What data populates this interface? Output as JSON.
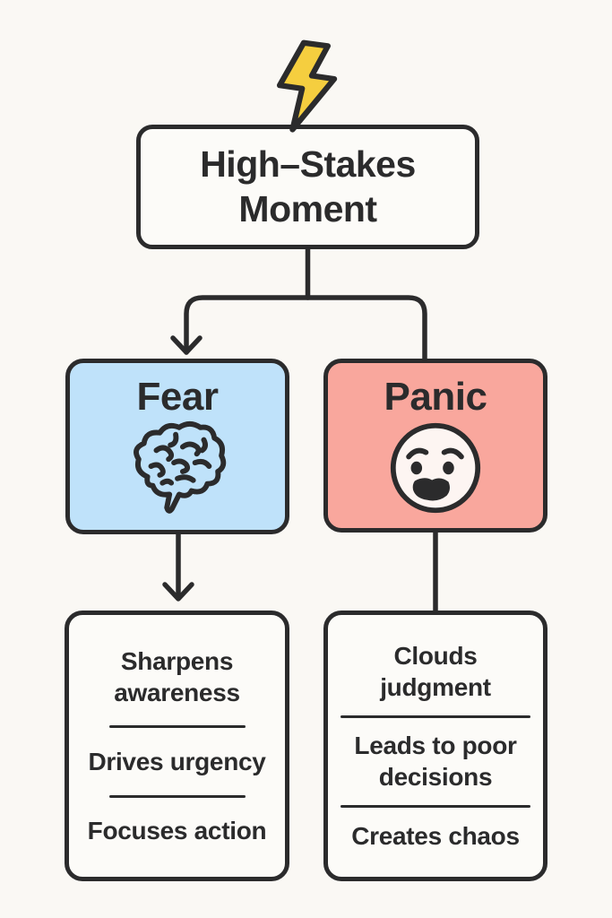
{
  "palette": {
    "background": "#FAF8F4",
    "ink": "#2B2B2C",
    "card_fill": "#FCFBF8",
    "fear_fill": "#BFE2FA",
    "panic_fill": "#F9A79D",
    "bolt_yellow": "#F5CE3F",
    "face_fill": "#FDF5F2"
  },
  "flowchart": {
    "trigger_icon": "lightning-bolt",
    "root": {
      "label": "High–Stakes Moment"
    },
    "branches": [
      {
        "label": "Fear",
        "icon": "brain",
        "fill": "#BFE2FA",
        "outcomes": [
          "Sharpens awareness",
          "Drives urgency",
          "Focuses action"
        ]
      },
      {
        "label": "Panic",
        "icon": "worried-face",
        "fill": "#F9A79D",
        "outcomes": [
          "Clouds judgment",
          "Leads to poor decisions",
          "Creates chaos"
        ]
      }
    ]
  }
}
